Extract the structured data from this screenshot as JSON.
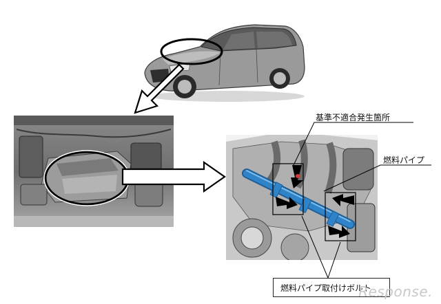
{
  "labels": {
    "nonconformity_location": "基準不適合発生箇所",
    "fuel_pipe": "燃料パイプ",
    "fuel_pipe_bolt": "燃料パイプ取付けボルト"
  },
  "watermark": "Response.",
  "colors": {
    "fuel_pipe_blue": "#2f84c9",
    "engine_gray": "#8e8e8e",
    "watermark_gray": "#c9c9c9"
  },
  "icons": [
    "car-illustration",
    "engine-bay-photo",
    "engine-closeup-illustration",
    "arrow-icon"
  ]
}
